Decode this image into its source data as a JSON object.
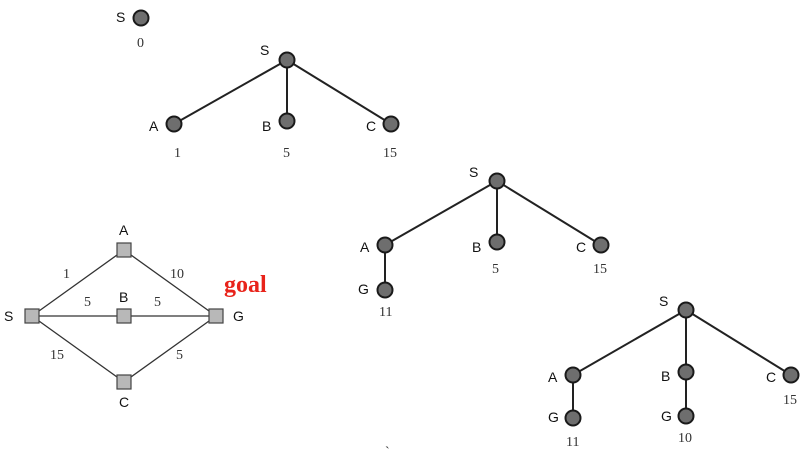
{
  "graph": {
    "nodes": {
      "S": "S",
      "A": "A",
      "B": "B",
      "C": "C",
      "G": "G"
    },
    "edge_costs": {
      "S_A": "1",
      "A_G": "10",
      "S_B": "5",
      "B_G": "5",
      "S_C": "15",
      "C_G": "5"
    },
    "goal_label": "goal"
  },
  "search_trees": [
    {
      "nodes": [
        {
          "label": "S",
          "cost": "0"
        }
      ]
    },
    {
      "nodes": [
        {
          "label": "S"
        },
        {
          "label": "A",
          "cost": "1"
        },
        {
          "label": "B",
          "cost": "5"
        },
        {
          "label": "C",
          "cost": "15"
        }
      ]
    },
    {
      "nodes": [
        {
          "label": "S"
        },
        {
          "label": "A"
        },
        {
          "label": "B",
          "cost": "5"
        },
        {
          "label": "C",
          "cost": "15"
        },
        {
          "label": "G",
          "cost": "11"
        }
      ]
    },
    {
      "nodes": [
        {
          "label": "S"
        },
        {
          "label": "A"
        },
        {
          "label": "B"
        },
        {
          "label": "C",
          "cost": "15"
        },
        {
          "label": "G",
          "cost": "11"
        },
        {
          "label": "G",
          "cost": "10"
        }
      ]
    }
  ],
  "stray_mark": "`"
}
